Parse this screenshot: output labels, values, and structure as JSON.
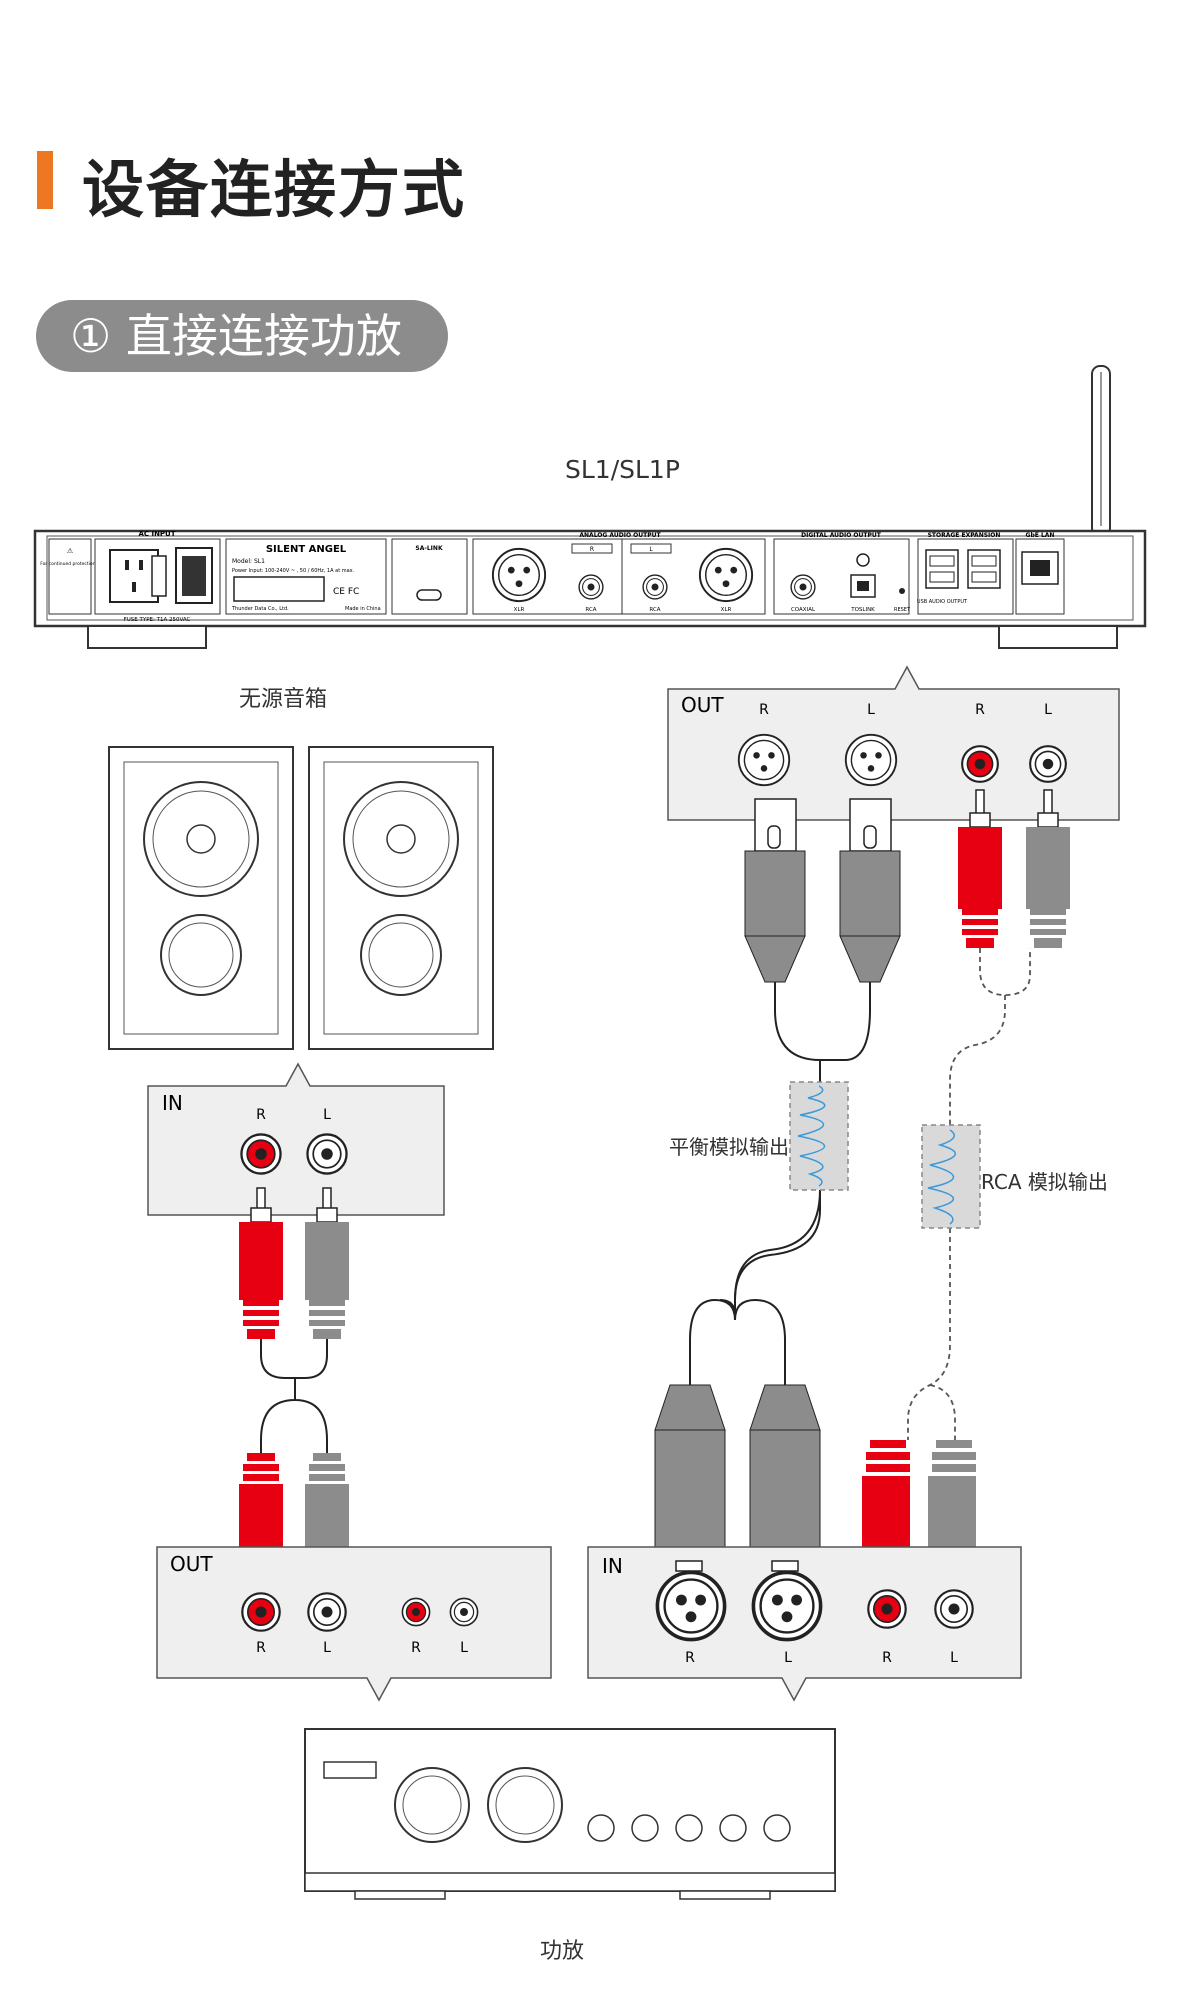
{
  "header": {
    "title": "设备连接方式",
    "accent_color": "#ee7722"
  },
  "section": {
    "badge_number": "①",
    "label": "直接连接功放"
  },
  "device": {
    "model_label": "SL1/SL1P",
    "panel": {
      "ac_input": "AC INPUT",
      "brand": "SILENT ANGEL",
      "model_line": "Model: SL1",
      "power_line": "Power Input: 100-240V ~ , 50 / 60Hz, 1A at max.",
      "maker": "Thunder Data Co., Ltd.",
      "made_in": "Made in China",
      "cert_marks": "CE FC",
      "fuse": "FUSE TYPE: T1A 250VAC",
      "warning": "For continued protection against risk of fire, replace ONLY with fuse of the specified type and current ratings.",
      "sa_link": "SA-LINK",
      "analog_out": "ANALOG AUDIO OUTPUT",
      "ch_r": "R",
      "ch_l": "L",
      "xlr": "XLR",
      "rca": "RCA",
      "digital_out": "DIGITAL AUDIO OUTPUT",
      "coaxial": "COAXIAL",
      "toslink": "TOSLINK",
      "reset": "RESET",
      "storage": "STORAGE EXPANSION",
      "usb_audio": "USB AUDIO OUTPUT",
      "lan": "GbE LAN"
    }
  },
  "device_out_panel": {
    "title": "OUT",
    "labels": [
      "R",
      "L",
      "R",
      "L"
    ]
  },
  "speakers": {
    "label": "无源音箱"
  },
  "speaker_in_panel": {
    "title": "IN",
    "labels": [
      "R",
      "L"
    ]
  },
  "amp_out_panel": {
    "title": "OUT",
    "labels": [
      "R",
      "L",
      "R",
      "L"
    ]
  },
  "amp_in_panel": {
    "title": "IN",
    "labels": [
      "R",
      "L",
      "R",
      "L"
    ]
  },
  "signals": {
    "balanced": "平衡模拟输出",
    "rca": "RCA 模拟输出"
  },
  "amplifier": {
    "label": "功放"
  },
  "colors": {
    "red_plug": "#e60012",
    "gray_plug": "#8c8c8c",
    "panel_fill": "#efefef",
    "wave": "#3a9ad9"
  }
}
